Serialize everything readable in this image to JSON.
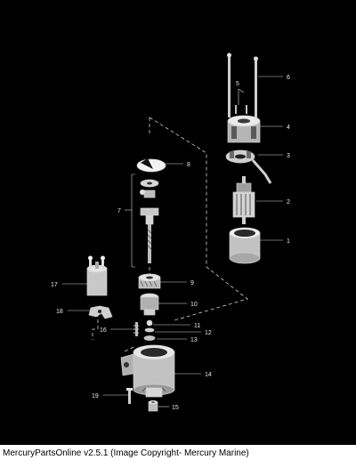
{
  "diagram": {
    "callouts": [
      "1",
      "2",
      "3",
      "4",
      "5",
      "6",
      "7",
      "8",
      "9",
      "10",
      "11",
      "12",
      "13",
      "14",
      "15",
      "16",
      "17",
      "18",
      "19"
    ]
  },
  "caption": "MercuryPartsOnline v2.5.1 (Image Copyright- Mercury Marine)",
  "colors": {
    "background": "#000000",
    "line": "#d0d0d0",
    "caption_bg": "#ffffff",
    "caption_text": "#000000"
  }
}
